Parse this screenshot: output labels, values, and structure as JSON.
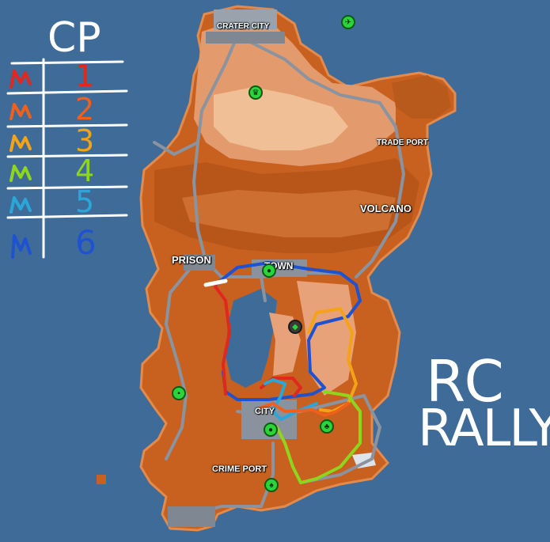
{
  "map": {
    "locations": {
      "crater_city": "CRATER CITY",
      "trade_port": "TRADE PORT",
      "volcano": "VOLCANO",
      "prison": "PRISON",
      "town": "TOWN",
      "city": "CITY",
      "crime_port": "CRIME PORT"
    },
    "colors": {
      "ocean": "#3f6b99",
      "land": "#c8601f",
      "sand": "#e8a27a"
    }
  },
  "legend": {
    "title": "CP",
    "rows": [
      {
        "number": "1",
        "color": "#e0281e"
      },
      {
        "number": "2",
        "color": "#f0601a"
      },
      {
        "number": "3",
        "color": "#f5a316"
      },
      {
        "number": "4",
        "color": "#8ed61e"
      },
      {
        "number": "5",
        "color": "#2aa6d8"
      },
      {
        "number": "6",
        "color": "#1f52d0"
      }
    ]
  },
  "annotation": {
    "line1": "RC",
    "line2": "RALLY"
  },
  "route_colors": [
    "#e0281e",
    "#f0601a",
    "#f5a316",
    "#8ed61e",
    "#2aa6d8",
    "#1f52d0"
  ]
}
